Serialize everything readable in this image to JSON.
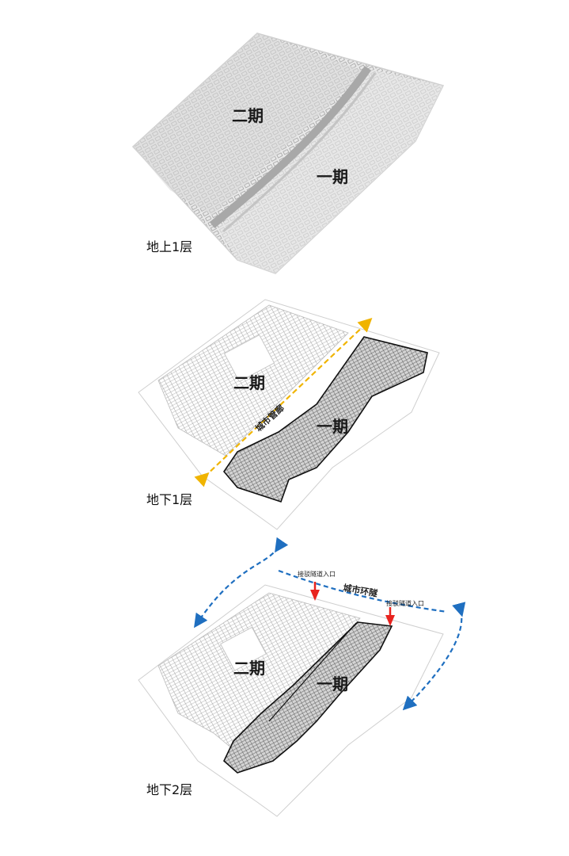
{
  "panels": [
    {
      "level": "地上1层",
      "phase_a": "二期",
      "phase_b": "一期"
    },
    {
      "level": "地下1层",
      "phase_a": "二期",
      "phase_b": "一期",
      "corridor_label": "城市管廊",
      "corridor_color": "#f0b400"
    },
    {
      "level": "地下2层",
      "phase_a": "二期",
      "phase_b": "一期",
      "tunnel_label": "城市环隧",
      "tunnel_color": "#1f6fc0",
      "entrance_labels": [
        "接驳隧道入口",
        "接驳隧道入口"
      ],
      "entrance_color": "#e8231e"
    }
  ]
}
